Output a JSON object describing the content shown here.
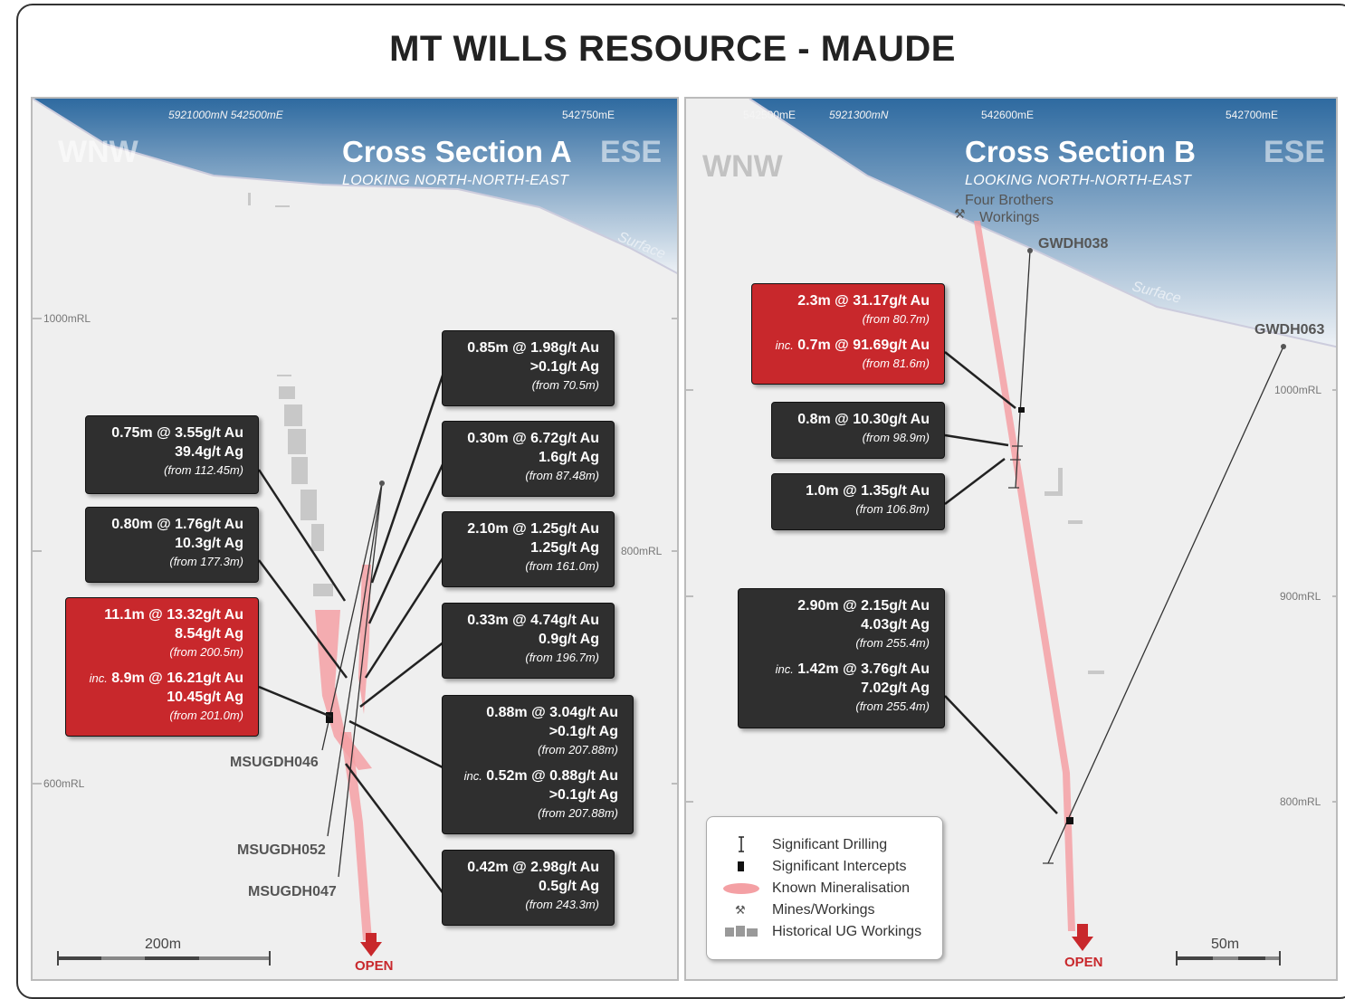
{
  "title": "MT WILLS RESOURCE - MAUDE",
  "colors": {
    "intercept_red": "#c8282c",
    "box_dark": "#2f2f2f",
    "sky_top": "#2e6aa0",
    "mineralisation": "#f4a0a4"
  },
  "section_a": {
    "title": "Cross Section A",
    "subtitle": "LOOKING NORTH-NORTH-EAST",
    "left_dir": "WNW",
    "right_dir": "ESE",
    "coord_1": "5921000mN 542500mE",
    "coord_2": "542750mE",
    "surface": "Surface",
    "rl": [
      "1000mRL",
      "800mRL",
      "600mRL"
    ],
    "holes": [
      "MSUGDH046",
      "MSUGDH052",
      "MSUGDH047"
    ],
    "open": "OPEN",
    "scale": "200m",
    "boxes": [
      {
        "l1": "0.75m @ 3.55g/t Au",
        "l2": "39.4g/t Ag",
        "f": "(from 112.45m)"
      },
      {
        "l1": "0.80m @ 1.76g/t Au",
        "l2": "10.3g/t Ag",
        "f": "(from 177.3m)"
      },
      {
        "l1": "11.1m @ 13.32g/t Au",
        "l2": "8.54g/t Ag",
        "f": "(from 200.5m)",
        "inc": "inc.",
        "l3": "8.9m @ 16.21g/t Au",
        "l4": "10.45g/t Ag",
        "f2": "(from 201.0m)"
      },
      {
        "l1": "0.85m @ 1.98g/t Au",
        "l2": ">0.1g/t Ag",
        "f": "(from 70.5m)"
      },
      {
        "l1": "0.30m @ 6.72g/t Au",
        "l2": "1.6g/t Ag",
        "f": "(from 87.48m)"
      },
      {
        "l1": "2.10m @ 1.25g/t Au",
        "l2": "1.25g/t Ag",
        "f": "(from 161.0m)"
      },
      {
        "l1": "0.33m @ 4.74g/t Au",
        "l2": "0.9g/t Ag",
        "f": "(from 196.7m)"
      },
      {
        "l1": "0.88m @ 3.04g/t Au",
        "l2": ">0.1g/t Ag",
        "f": "(from 207.88m)",
        "inc": "inc.",
        "l3": "0.52m @ 0.88g/t Au",
        "l4": ">0.1g/t Ag",
        "f2": "(from 207.88m)"
      },
      {
        "l1": "0.42m @ 2.98g/t Au",
        "l2": "0.5g/t Ag",
        "f": "(from 243.3m)"
      }
    ]
  },
  "section_b": {
    "title": "Cross Section B",
    "subtitle": "LOOKING NORTH-NORTH-EAST",
    "left_dir": "WNW",
    "right_dir": "ESE",
    "coord_1": "542500mE",
    "coord_2": "5921300mN",
    "coord_3": "542600mE",
    "coord_4": "542700mE",
    "workings_1": "Four Brothers",
    "workings_2": "Workings",
    "surface": "Surface",
    "rl": [
      "1000mRL",
      "900mRL",
      "800mRL"
    ],
    "holes": [
      "GWDH038",
      "GWDH063"
    ],
    "open": "OPEN",
    "scale": "50m",
    "boxes": [
      {
        "l1": "2.3m @ 31.17g/t Au",
        "f": "(from 80.7m)",
        "inc": "inc.",
        "l3": "0.7m @ 91.69g/t Au",
        "f2": "(from 81.6m)"
      },
      {
        "l1": "0.8m @ 10.30g/t Au",
        "f": "(from 98.9m)"
      },
      {
        "l1": "1.0m @ 1.35g/t Au",
        "f": "(from 106.8m)"
      },
      {
        "l1": "2.90m @ 2.15g/t Au",
        "l2": "4.03g/t Ag",
        "f": "(from 255.4m)",
        "inc": "inc.",
        "l3": "1.42m @ 3.76g/t Au",
        "l4": "7.02g/t Ag",
        "f2": "(from 255.4m)"
      }
    ]
  },
  "legend": {
    "items": [
      "Significant Drilling",
      "Significant Intercepts",
      "Known Mineralisation",
      "Mines/Workings",
      "Historical UG Workings"
    ]
  }
}
